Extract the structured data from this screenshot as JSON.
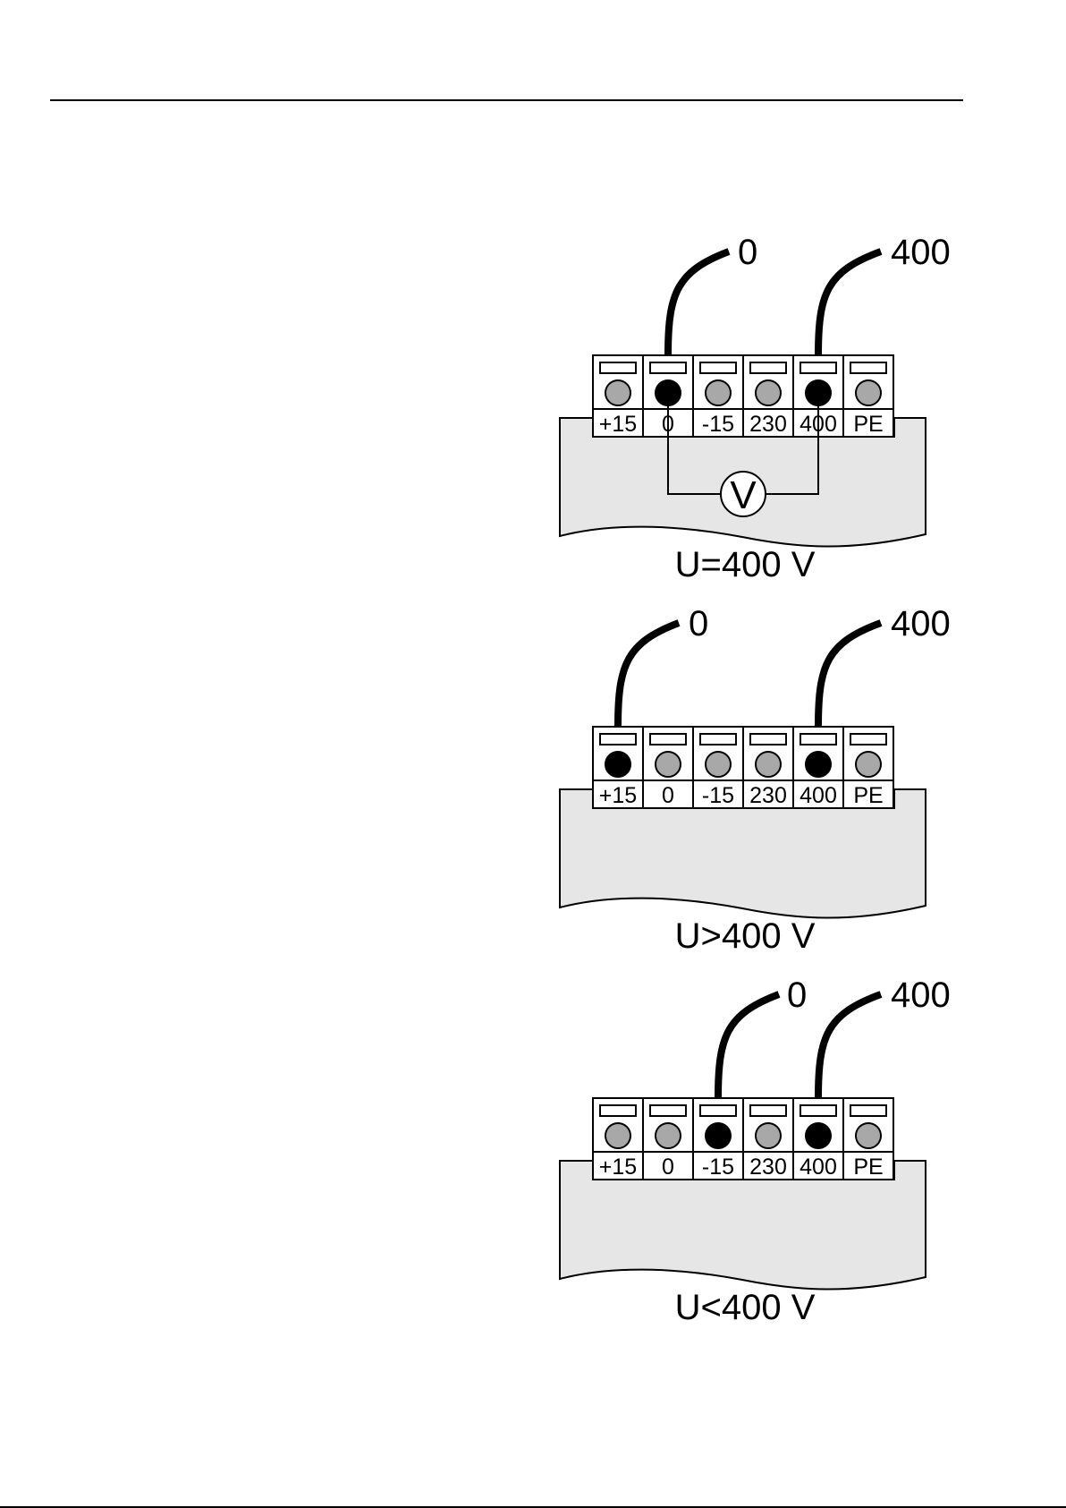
{
  "colors": {
    "ink": "#000000",
    "panel_fill": "#e6e6e6",
    "inactive_terminal": "#a8a8a8",
    "active_terminal": "#000000",
    "terminal_body": "#ffffff",
    "page_background": "#ffffff"
  },
  "terminal_labels": [
    "+15",
    "0",
    "-15",
    "230",
    "400",
    "PE"
  ],
  "diagrams": [
    {
      "caption": "U=400 V",
      "wire_labels": [
        "0",
        "400"
      ],
      "active_terminals": [
        "0",
        "400"
      ],
      "meter": {
        "label": "V",
        "between": [
          "0",
          "400"
        ]
      }
    },
    {
      "caption": "U>400 V",
      "wire_labels": [
        "0",
        "400"
      ],
      "active_terminals": [
        "+15",
        "400"
      ]
    },
    {
      "caption": "U<400 V",
      "wire_labels": [
        "0",
        "400"
      ],
      "active_terminals": [
        "-15",
        "400"
      ]
    }
  ]
}
